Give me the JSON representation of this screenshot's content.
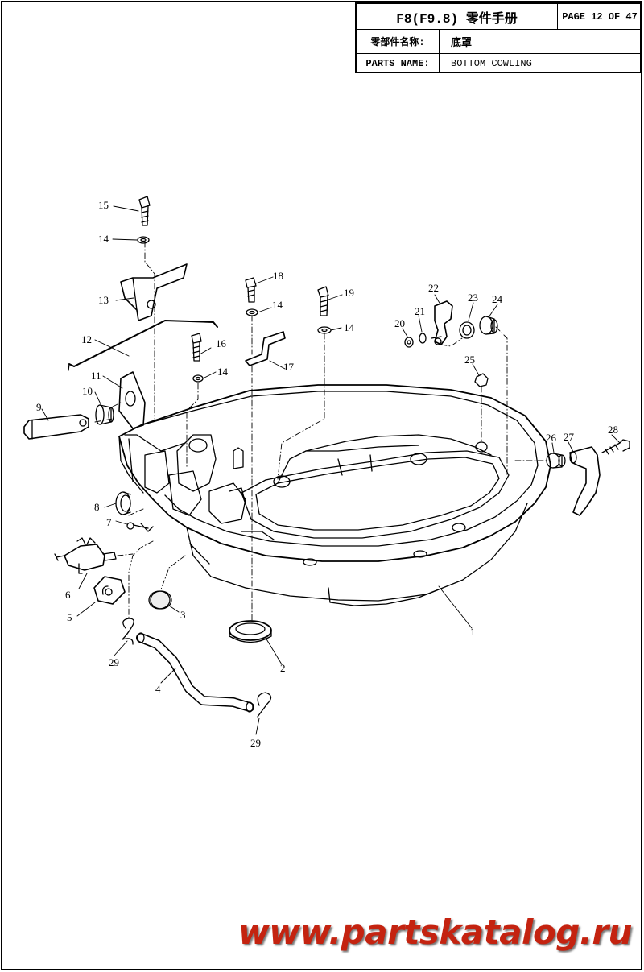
{
  "title_block": {
    "model": "F8(F9.8) 零件手册",
    "page": "PAGE 12 OF 47",
    "name_label_cn": "零部件名称:",
    "name_value_cn": "底罩",
    "name_label_en": "PARTS NAME:",
    "name_value_en": "BOTTOM COWLING"
  },
  "callouts": {
    "c1": "1",
    "c2": "2",
    "c3": "3",
    "c4": "4",
    "c5": "5",
    "c6": "6",
    "c7": "7",
    "c8": "8",
    "c9": "9",
    "c10": "10",
    "c11": "11",
    "c12": "12",
    "c13": "13",
    "c14a": "14",
    "c14b": "14",
    "c14c": "14",
    "c14d": "14",
    "c15": "15",
    "c16": "16",
    "c17": "17",
    "c18": "18",
    "c19": "19",
    "c20": "20",
    "c21": "21",
    "c22": "22",
    "c23": "23",
    "c24": "24",
    "c25": "25",
    "c26": "26",
    "c27": "27",
    "c28": "28",
    "c29a": "29",
    "c29b": "29"
  },
  "watermark": "www.partskatalog.ru"
}
